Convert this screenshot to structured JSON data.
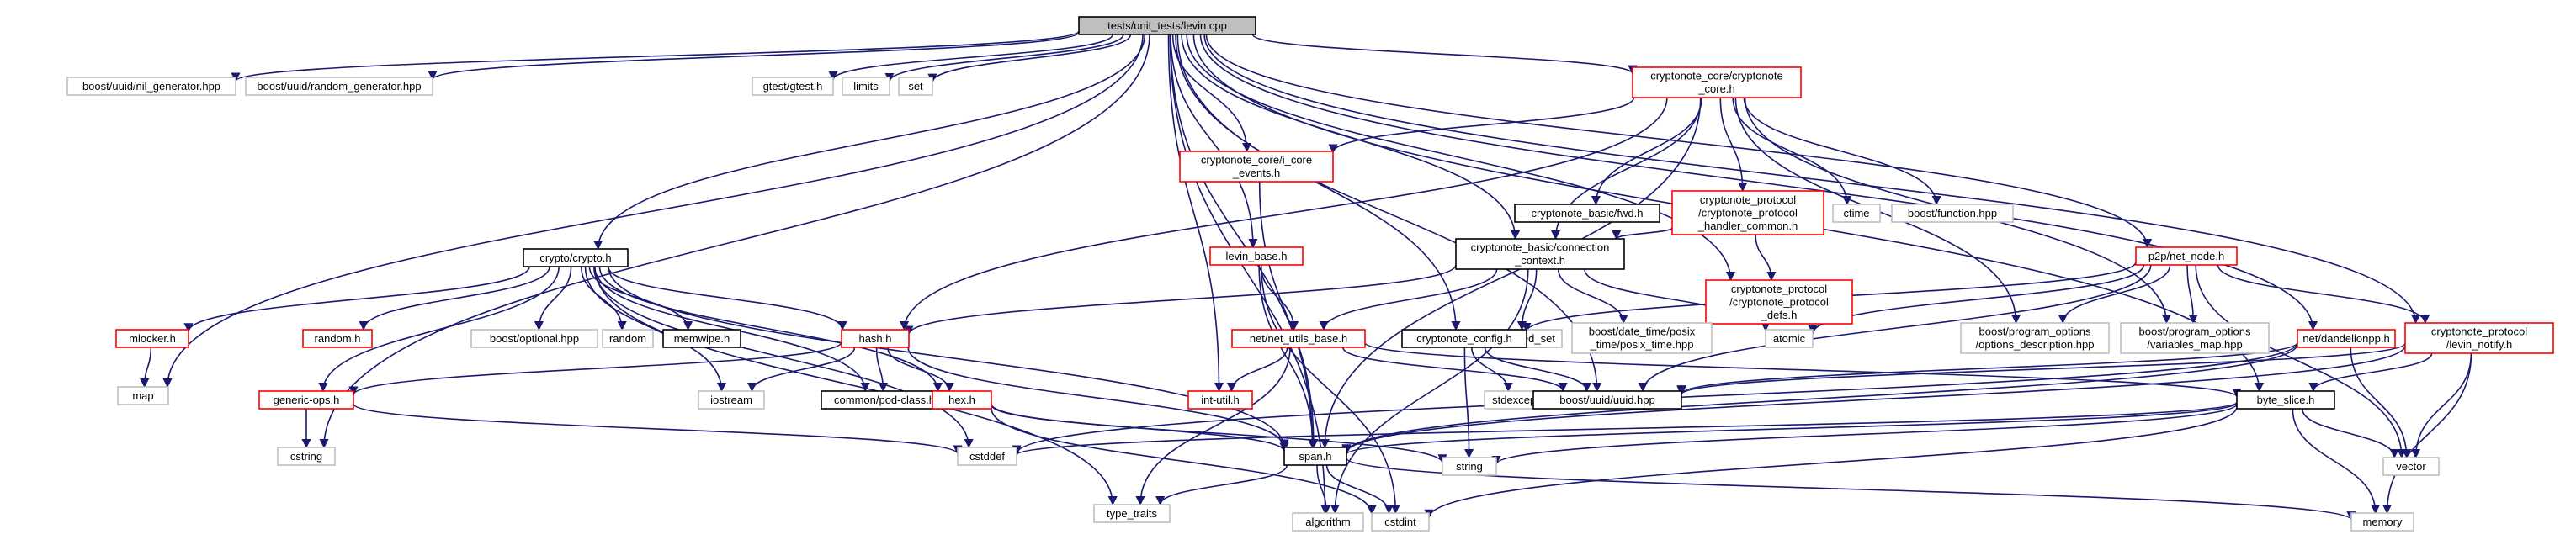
{
  "colors": {
    "edge": "#191970",
    "root_fill": "#bfbfbf",
    "root_border": "#000000",
    "documented_border": "#000000",
    "incomplete_border": "#ff0000",
    "system_border": "#bfbfbf",
    "system_text": "#000000"
  },
  "nodes": [
    {
      "id": "levin_cpp",
      "kind": "root",
      "lines": [
        "tests/unit_tests/levin.cpp"
      ]
    },
    {
      "id": "nil_gen",
      "kind": "system",
      "lines": [
        "boost/uuid/nil_generator.hpp"
      ]
    },
    {
      "id": "rand_gen",
      "kind": "system",
      "lines": [
        "boost/uuid/random_generator.hpp"
      ]
    },
    {
      "id": "gtest",
      "kind": "system",
      "lines": [
        "gtest/gtest.h"
      ]
    },
    {
      "id": "limits",
      "kind": "system",
      "lines": [
        "limits"
      ]
    },
    {
      "id": "set",
      "kind": "system",
      "lines": [
        "set"
      ]
    },
    {
      "id": "cn_core",
      "kind": "incomplete",
      "lines": [
        "cryptonote_core/cryptonote",
        "_core.h"
      ]
    },
    {
      "id": "i_core_events",
      "kind": "incomplete",
      "lines": [
        "cryptonote_core/i_core",
        "_events.h"
      ]
    },
    {
      "id": "cn_basic_fwd",
      "kind": "documented",
      "lines": [
        "cryptonote_basic/fwd.h"
      ]
    },
    {
      "id": "cn_proto_handler",
      "kind": "incomplete",
      "lines": [
        "cryptonote_protocol",
        "/cryptonote_protocol",
        "_handler_common.h"
      ]
    },
    {
      "id": "ctime",
      "kind": "system",
      "lines": [
        "ctime"
      ]
    },
    {
      "id": "boost_function",
      "kind": "system",
      "lines": [
        "boost/function.hpp"
      ]
    },
    {
      "id": "cn_proto_defs",
      "kind": "incomplete",
      "lines": [
        "cryptonote_protocol",
        "/cryptonote_protocol",
        "_defs.h"
      ]
    },
    {
      "id": "crypto_h",
      "kind": "documented",
      "lines": [
        "crypto/crypto.h"
      ]
    },
    {
      "id": "levin_base",
      "kind": "incomplete",
      "lines": [
        "levin_base.h"
      ]
    },
    {
      "id": "conn_context",
      "kind": "documented",
      "lines": [
        "cryptonote_basic/connection",
        "_context.h"
      ]
    },
    {
      "id": "p2p_net_node",
      "kind": "incomplete",
      "lines": [
        "p2p/net_node.h"
      ]
    },
    {
      "id": "mlocker",
      "kind": "incomplete",
      "lines": [
        "mlocker.h"
      ]
    },
    {
      "id": "random_h",
      "kind": "incomplete",
      "lines": [
        "random.h"
      ]
    },
    {
      "id": "boost_optional",
      "kind": "system",
      "lines": [
        "boost/optional.hpp"
      ]
    },
    {
      "id": "random",
      "kind": "system",
      "lines": [
        "random"
      ]
    },
    {
      "id": "memwipe",
      "kind": "documented",
      "lines": [
        "memwipe.h"
      ]
    },
    {
      "id": "hash_h",
      "kind": "incomplete",
      "lines": [
        "hash.h"
      ]
    },
    {
      "id": "net_utils_base",
      "kind": "incomplete",
      "lines": [
        "net/net_utils_base.h"
      ]
    },
    {
      "id": "unordered_set",
      "kind": "system",
      "lines": [
        "unordered_set"
      ]
    },
    {
      "id": "posix_time",
      "kind": "system",
      "lines": [
        "boost/date_time/posix",
        "_time/posix_time.hpp"
      ]
    },
    {
      "id": "atomic",
      "kind": "system",
      "lines": [
        "atomic"
      ]
    },
    {
      "id": "cn_config",
      "kind": "documented",
      "lines": [
        "cryptonote_config.h"
      ]
    },
    {
      "id": "options_desc",
      "kind": "system",
      "lines": [
        "boost/program_options",
        "/options_description.hpp"
      ]
    },
    {
      "id": "variables_map",
      "kind": "system",
      "lines": [
        "boost/program_options",
        "/variables_map.hpp"
      ]
    },
    {
      "id": "dandelionpp",
      "kind": "incomplete",
      "lines": [
        "net/dandelionpp.h"
      ]
    },
    {
      "id": "levin_notify",
      "kind": "incomplete",
      "lines": [
        "cryptonote_protocol",
        "/levin_notify.h"
      ]
    },
    {
      "id": "map",
      "kind": "system",
      "lines": [
        "map"
      ]
    },
    {
      "id": "generic_ops",
      "kind": "incomplete",
      "lines": [
        "generic-ops.h"
      ]
    },
    {
      "id": "iostream",
      "kind": "system",
      "lines": [
        "iostream"
      ]
    },
    {
      "id": "pod_class",
      "kind": "documented",
      "lines": [
        "common/pod-class.h"
      ]
    },
    {
      "id": "hex_h",
      "kind": "incomplete",
      "lines": [
        "hex.h"
      ]
    },
    {
      "id": "int_util",
      "kind": "incomplete",
      "lines": [
        "int-util.h"
      ]
    },
    {
      "id": "stdexcept",
      "kind": "system",
      "lines": [
        "stdexcept"
      ]
    },
    {
      "id": "uuid_hpp",
      "kind": "documented",
      "lines": [
        "boost/uuid/uuid.hpp"
      ]
    },
    {
      "id": "byte_slice",
      "kind": "documented",
      "lines": [
        "byte_slice.h"
      ]
    },
    {
      "id": "cstring",
      "kind": "system",
      "lines": [
        "cstring"
      ]
    },
    {
      "id": "cstddef",
      "kind": "system",
      "lines": [
        "cstddef"
      ]
    },
    {
      "id": "span_h",
      "kind": "documented",
      "lines": [
        "span.h"
      ]
    },
    {
      "id": "string",
      "kind": "system",
      "lines": [
        "string"
      ]
    },
    {
      "id": "vector",
      "kind": "system",
      "lines": [
        "vector"
      ]
    },
    {
      "id": "type_traits",
      "kind": "system",
      "lines": [
        "type_traits"
      ]
    },
    {
      "id": "algorithm",
      "kind": "system",
      "lines": [
        "algorithm"
      ]
    },
    {
      "id": "cstdint",
      "kind": "system",
      "lines": [
        "cstdint"
      ]
    },
    {
      "id": "memory",
      "kind": "system",
      "lines": [
        "memory"
      ]
    }
  ],
  "edges": [
    [
      "levin_cpp",
      "nil_gen"
    ],
    [
      "levin_cpp",
      "rand_gen"
    ],
    [
      "levin_cpp",
      "gtest"
    ],
    [
      "levin_cpp",
      "limits"
    ],
    [
      "levin_cpp",
      "set"
    ],
    [
      "levin_cpp",
      "cn_core"
    ],
    [
      "levin_cpp",
      "i_core_events"
    ],
    [
      "levin_cpp",
      "crypto_h"
    ],
    [
      "levin_cpp",
      "levin_base"
    ],
    [
      "levin_cpp",
      "conn_context"
    ],
    [
      "levin_cpp",
      "p2p_net_node"
    ],
    [
      "levin_cpp",
      "cn_config"
    ],
    [
      "levin_cpp",
      "dandelionpp"
    ],
    [
      "levin_cpp",
      "levin_notify"
    ],
    [
      "levin_cpp",
      "cn_proto_defs"
    ],
    [
      "levin_cpp",
      "map"
    ],
    [
      "levin_cpp",
      "cstring"
    ],
    [
      "levin_cpp",
      "int_util"
    ],
    [
      "levin_cpp",
      "span_h"
    ],
    [
      "levin_cpp",
      "uuid_hpp"
    ],
    [
      "levin_cpp",
      "byte_slice"
    ],
    [
      "levin_cpp",
      "algorithm"
    ],
    [
      "cn_core",
      "i_core_events"
    ],
    [
      "cn_core",
      "cn_basic_fwd"
    ],
    [
      "cn_core",
      "cn_proto_handler"
    ],
    [
      "cn_core",
      "ctime"
    ],
    [
      "cn_core",
      "boost_function"
    ],
    [
      "cn_core",
      "conn_context"
    ],
    [
      "cn_core",
      "hash_h"
    ],
    [
      "cn_core",
      "options_desc"
    ],
    [
      "cn_core",
      "variables_map"
    ],
    [
      "cn_core",
      "span_h"
    ],
    [
      "cn_proto_handler",
      "cn_proto_defs"
    ],
    [
      "cn_proto_handler",
      "conn_context"
    ],
    [
      "i_core_events",
      "span_h"
    ],
    [
      "crypto_h",
      "mlocker"
    ],
    [
      "crypto_h",
      "random_h"
    ],
    [
      "crypto_h",
      "boost_optional"
    ],
    [
      "crypto_h",
      "random"
    ],
    [
      "crypto_h",
      "memwipe"
    ],
    [
      "crypto_h",
      "hash_h"
    ],
    [
      "crypto_h",
      "generic_ops"
    ],
    [
      "crypto_h",
      "iostream"
    ],
    [
      "crypto_h",
      "pod_class"
    ],
    [
      "crypto_h",
      "hex_h"
    ],
    [
      "crypto_h",
      "cstddef"
    ],
    [
      "crypto_h",
      "span_h"
    ],
    [
      "crypto_h",
      "type_traits"
    ],
    [
      "levin_base",
      "net_utils_base"
    ],
    [
      "levin_base",
      "span_h"
    ],
    [
      "levin_base",
      "cstdint"
    ],
    [
      "conn_context",
      "hash_h"
    ],
    [
      "conn_context",
      "net_utils_base"
    ],
    [
      "conn_context",
      "unordered_set"
    ],
    [
      "conn_context",
      "posix_time"
    ],
    [
      "conn_context",
      "atomic"
    ],
    [
      "conn_context",
      "algorithm"
    ],
    [
      "p2p_net_node",
      "atomic"
    ],
    [
      "p2p_net_node",
      "options_desc"
    ],
    [
      "p2p_net_node",
      "variables_map"
    ],
    [
      "p2p_net_node",
      "cn_config"
    ],
    [
      "p2p_net_node",
      "uuid_hpp"
    ],
    [
      "p2p_net_node",
      "levin_notify"
    ],
    [
      "p2p_net_node",
      "vector"
    ],
    [
      "mlocker",
      "map"
    ],
    [
      "hash_h",
      "generic_ops"
    ],
    [
      "hash_h",
      "iostream"
    ],
    [
      "hash_h",
      "pod_class"
    ],
    [
      "hash_h",
      "hex_h"
    ],
    [
      "hash_h",
      "span_h"
    ],
    [
      "generic_ops",
      "cstring"
    ],
    [
      "generic_ops",
      "cstddef"
    ],
    [
      "hex_h",
      "span_h"
    ],
    [
      "hex_h",
      "string"
    ],
    [
      "hex_h",
      "cstdint"
    ],
    [
      "net_utils_base",
      "uuid_hpp"
    ],
    [
      "net_utils_base",
      "int_util"
    ],
    [
      "net_utils_base",
      "byte_slice"
    ],
    [
      "net_utils_base",
      "type_traits"
    ],
    [
      "cn_config",
      "stdexcept"
    ],
    [
      "cn_config",
      "string"
    ],
    [
      "cn_config",
      "uuid_hpp"
    ],
    [
      "dandelionpp",
      "uuid_hpp"
    ],
    [
      "dandelionpp",
      "span_h"
    ],
    [
      "dandelionpp",
      "vector"
    ],
    [
      "dandelionpp",
      "cstddef"
    ],
    [
      "levin_notify",
      "byte_slice"
    ],
    [
      "levin_notify",
      "uuid_hpp"
    ],
    [
      "levin_notify",
      "span_h"
    ],
    [
      "levin_notify",
      "vector"
    ],
    [
      "levin_notify",
      "memory"
    ],
    [
      "byte_slice",
      "cstddef"
    ],
    [
      "byte_slice",
      "span_h"
    ],
    [
      "byte_slice",
      "string"
    ],
    [
      "byte_slice",
      "vector"
    ],
    [
      "byte_slice",
      "memory"
    ],
    [
      "byte_slice",
      "cstdint"
    ],
    [
      "span_h",
      "algorithm"
    ],
    [
      "span_h",
      "cstdint"
    ],
    [
      "span_h",
      "type_traits"
    ],
    [
      "span_h",
      "memory"
    ]
  ]
}
